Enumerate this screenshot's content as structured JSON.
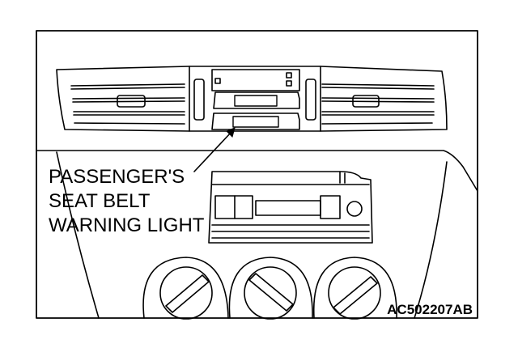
{
  "callout": {
    "line1": "PASSENGER'S",
    "line2": "SEAT BELT",
    "line3": "WARNING LIGHT"
  },
  "figure_code": "AC502207AB"
}
